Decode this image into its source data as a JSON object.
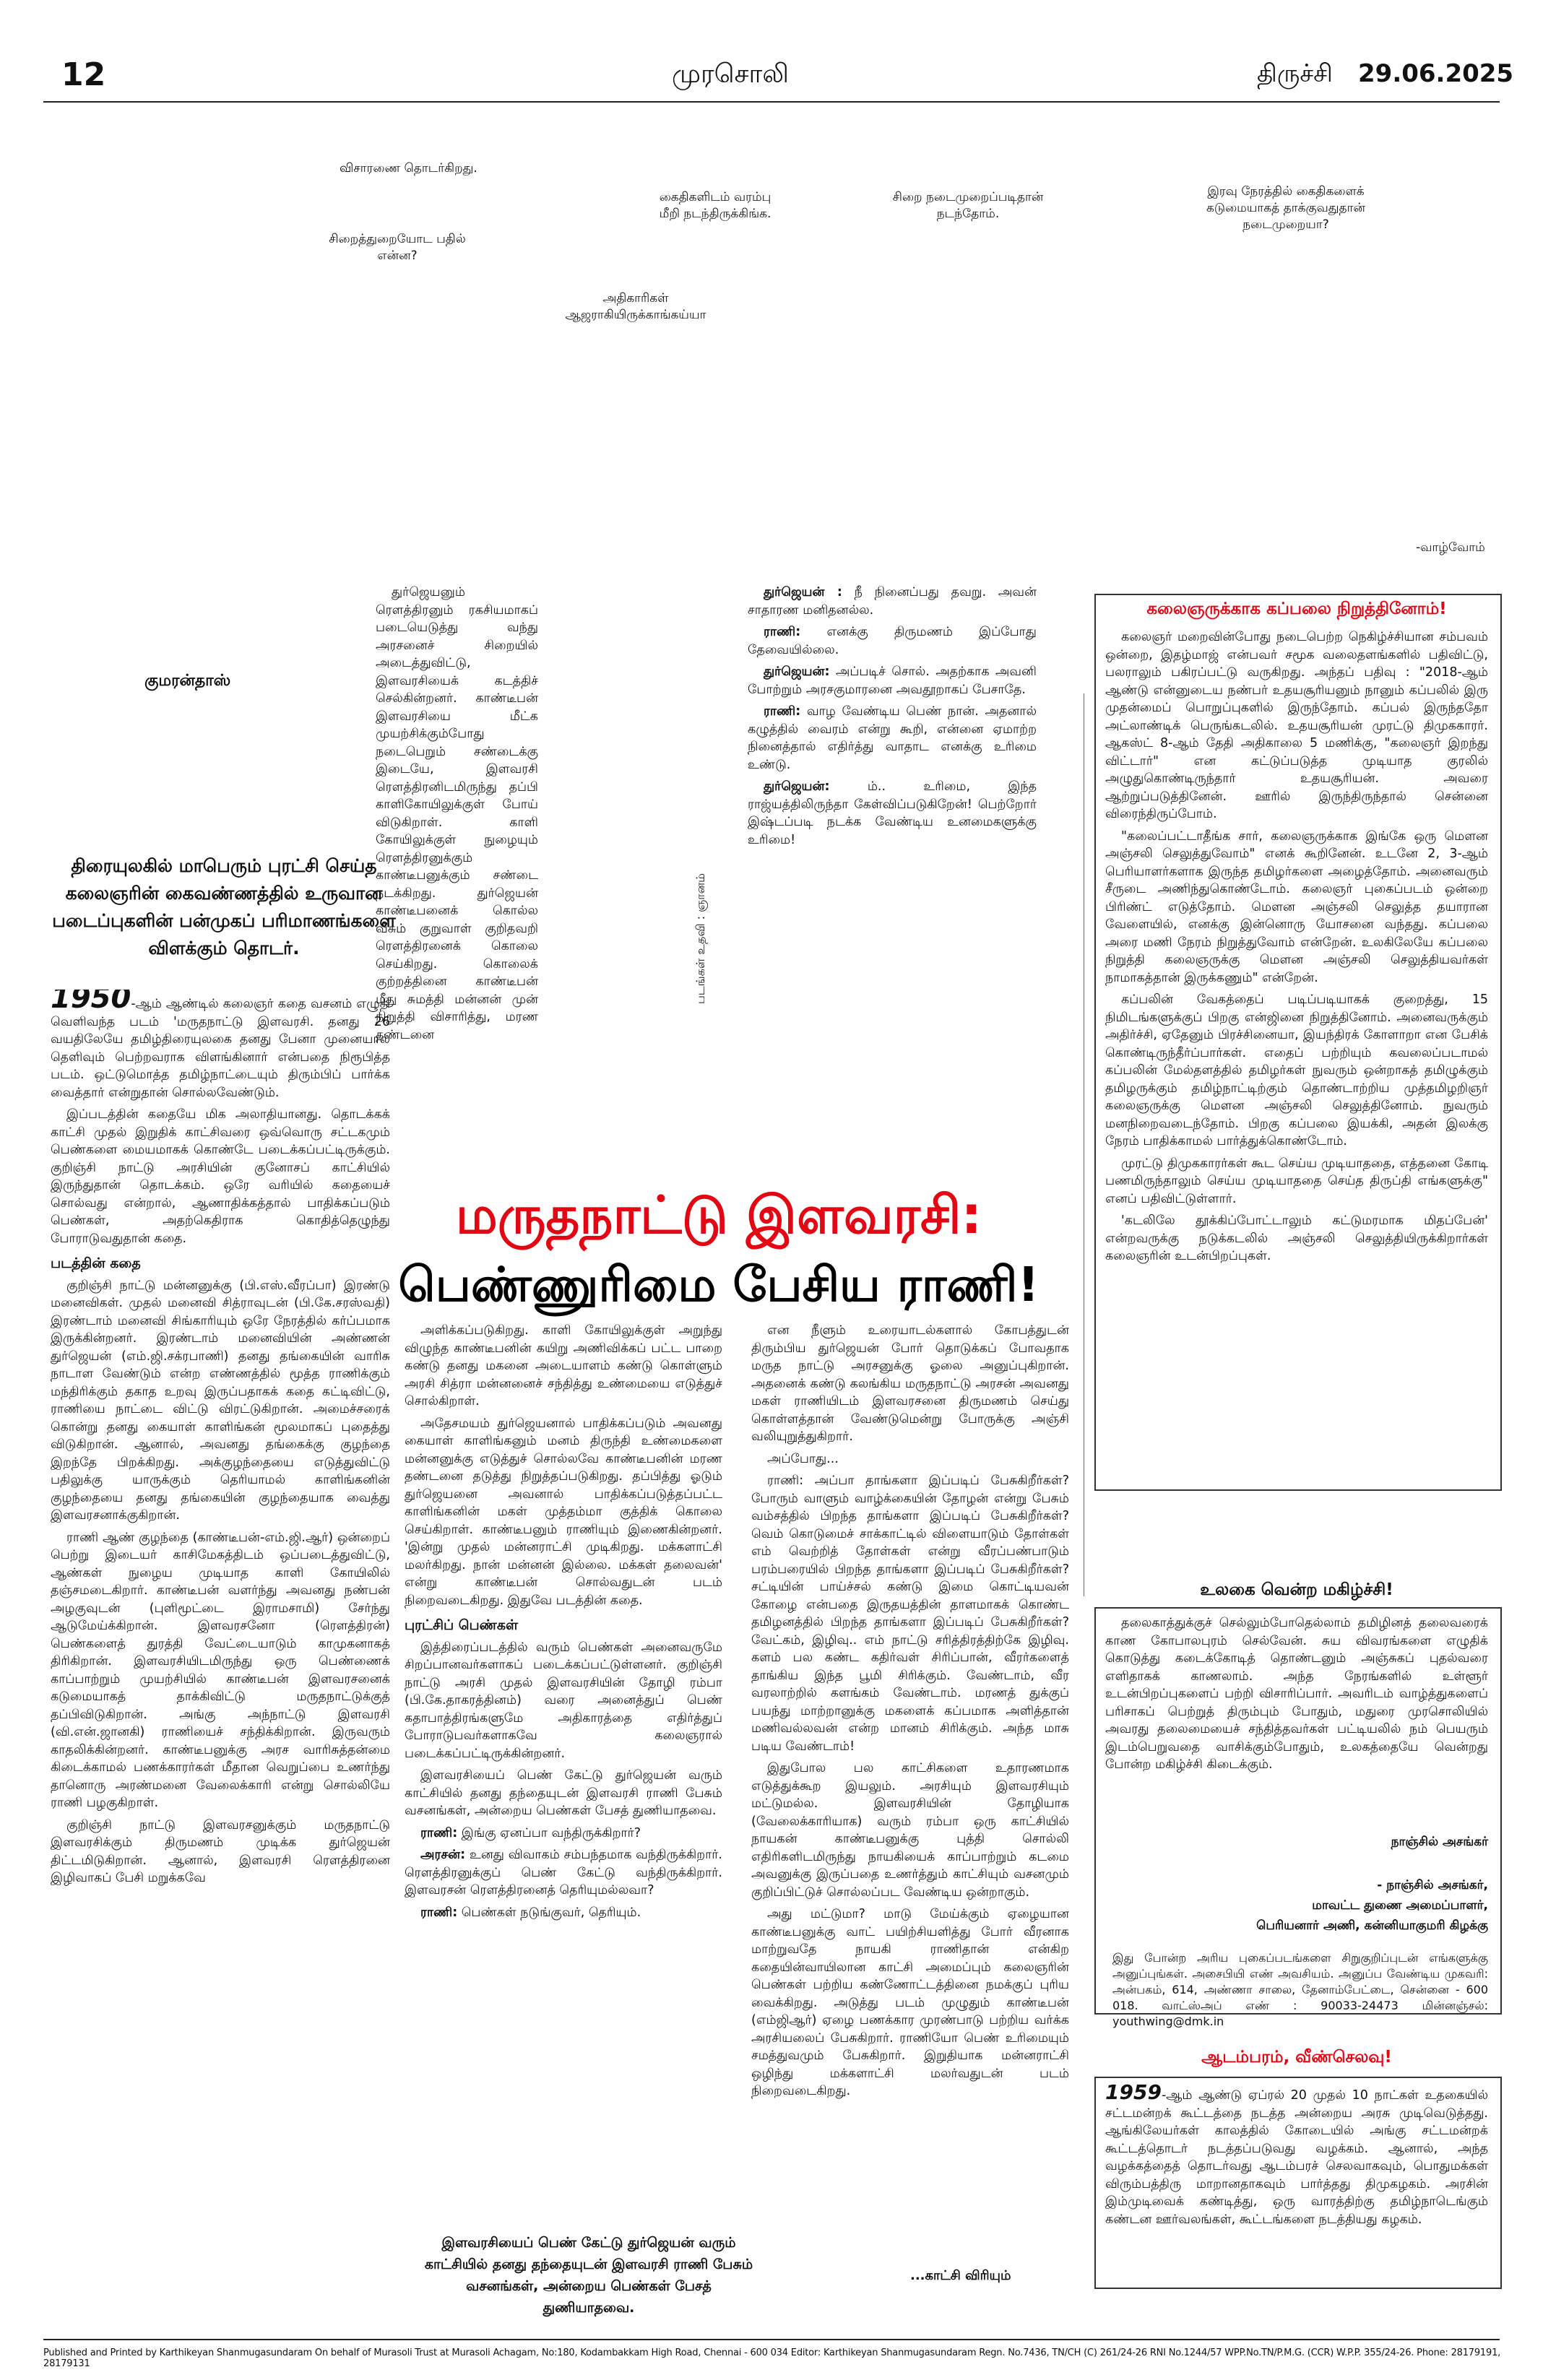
{
  "header": {
    "page_number": "12",
    "paper_name": "முரசொலி",
    "city": "திருச்சி",
    "date": "29.06.2025"
  },
  "comic": {
    "bubbles": [
      "விசாரணை தொடர்கிறது.",
      "கைதிகளிடம் வரம்பு மீறி நடந்திருக்கிங்க.",
      "சிறை நடைமுறைப்படிதான் நடந்தோம்.",
      "இரவு நேரத்தில் கைதிகளைக் கடுமையாகத் தாக்குவதுதான் நடைமுறையா?",
      "சிறைத்துறையோட பதில் என்ன?",
      "அதிகாரிகள் ஆஜராகியிருக்காங்கய்யா"
    ],
    "sign_off": "-வாழ்வோம்"
  },
  "article": {
    "author": "குமரன்தாஸ்",
    "intro": "திரையுலகில் மாபெரும் புரட்சி செய்த கலைஞரின் கைவண்ணத்தில் உருவான படைப்புகளின் பன்முகப் பரிமாணங்களை விளக்கும் தொடர்.",
    "title_line1": "மருதநாட்டு இளவரசி:",
    "title_line2": "பெண்ணுரிமை பேசிய ராணி!",
    "photo_credit": "படங்கள் உதவி : ஞானம்",
    "lede_year": "1950",
    "lede_text": "-ஆம் ஆண்டில் கலைஞர் கதை வசனம் எழுதி வெளிவந்த படம் 'மருதநாட்டு இளவரசி. தனது 26 வயதிலேயே தமிழ்திரையுலகை தனது பேனா முனையால் தெளிவும் பெற்றவராக விளங்கினார் என்பதை நிரூபித்த படம். ஒட்டுமொத்த தமிழ்நாட்டையும் திரும்பிப் பார்க்க வைத்தார் என்றுதான் சொல்லவேண்டும்.",
    "col1_p2": "இப்படத்தின் கதையே மிக அலாதியானது. தொடக்கக் காட்சி முதல் இறுதிக் காட்சிவரை ஒவ்வொரு சட்டகமும் பெண்களை மையமாகக் கொண்டே படைக்கப்பட்டிருக்கும். குறிஞ்சி நாட்டு அரசியின் குனோசப் காட்சியில் இருந்துதான் தொடக்கம். ஒரே வரியில் கதையைச் சொல்வது என்றால், ஆணாதிக்கத்தால் பாதிக்கப்படும் பெண்கள், அதற்கெதிராக கொதித்தெழுந்து போராடுவதுதான் கதை.",
    "col1_h1": "படத்தின் கதை",
    "col1_p3": "குறிஞ்சி நாட்டு மன்னனுக்கு (பி.எஸ்.வீரப்பா) இரண்டு மனைவிகள். முதல் மனைவி சித்ராவுடன் (பி.கே.சரஸ்வதி) இரண்டாம் மனைவி சிங்காரியும் ஒரே நேரத்தில் கர்ப்பமாக இருக்கின்றனர். இரண்டாம் மனைவியின் அண்ணன் துர்ஜெயன் (எம்.ஜி.சக்ரபாணி) தனது தங்கையின் வாரிசு நாடாள வேண்டும் என்ற எண்ணத்தில் மூத்த ராணிக்கும் மந்திரிக்கும் தகாத உறவு இருப்பதாகக் கதை கட்டிவிட்டு, ராணியை நாட்டை விட்டு விரட்டுகிறான். அமைச்சரைக் கொன்று தனது கையாள் காளிங்கன் மூலமாகப் புதைத்து விடுகிறான். ஆனால், அவனது தங்கைக்கு குழந்தை இறந்தே பிறக்கிறது. அக்குழந்தையை எடுத்துவிட்டு பதிலுக்கு யாருக்கும் தெரியாமல் காளிங்கனின் குழந்தையை தனது தங்கையின் குழந்தையாக வைத்து இளவரசனாக்குகிறான்.",
    "col1_p4": "ராணி ஆண் குழந்தை (காண்டீபன்-எம்.ஜி.ஆர்) ஒன்றைப் பெற்று இடையர் காசிமேகத்திடம் ஒப்படைத்துவிட்டு, ஆண்கள் நுழைய முடியாத காளி கோயிலில் தஞ்சமடைகிறார். காண்டீபன் வளர்ந்து அவனது நண்பன் அழகுவுடன் (புளிமூட்டை இராமசாமி) சேர்ந்து ஆடுமேய்க்கிறான். இளவரசனோ (ரௌத்திரன்) பெண்களைத் துரத்தி வேட்டையாடும் காமுகனாகத் திரிகிறான். இளவரசியிடமிருந்து ஒரு பெண்ணைக் காப்பாற்றும் முயற்சியில் காண்டீபன் இளவரசனைக் கடுமையாகத் தாக்கிவிட்டு மருதநாட்டுக்குத் தப்பிவிடுகிறான். அங்கு அந்நாட்டு இளவரசி (வி.என்.ஜானகி) ராணியைச் சந்திக்கிறான். இருவரும் காதலிக்கின்றனர். காண்டீபனுக்கு அரச வாரிசுத்தன்மை கிடைக்காமல் பணக்காரர்கள் மீதான வெறுப்பை உணர்ந்து தானொரு அரண்மனை வேலைக்காரி என்று சொல்லியே ராணி பழகுகிறாள்.",
    "col1_p5": "குறிஞ்சி நாட்டு இளவரசனுக்கும் மருதநாட்டு இளவரசிக்கும் திருமணம் முடிக்க துர்ஜெயன் திட்டமிடுகிறான். ஆனால், இளவரசி ரௌத்திரனை இழிவாகப் பேசி மறுக்கவே",
    "col2_top": "துர்ஜெயனும் ரௌத்திரனும் ரகசியமாகப் படையெடுத்து வந்து அரசனைச் சிறையில் அடைத்துவிட்டு, இளவரசியைக் கடத்திச் செல்கின்றனர். காண்டீபன் இளவரசியை மீட்க முயற்சிக்கும்போது நடைபெறும் சண்டைக்கு இடையே, இளவரசி ரௌத்திரனிடமிருந்து தப்பி காளிகோயிலுக்குள் போய் விடுகிறாள். காளி கோயிலுக்குள் நுழையும் ரௌத்திரனுக்கும் காண்டீபனுக்கும் சண்டை நடக்கிறது. துர்ஜெயன் காண்டீபனைக் கொல்ல வீசும் குறுவாள் குறிதவறி ரௌத்திரனைக் கொலை செய்கிறது. கொலைக் குற்றத்தினை காண்டீபன் மீது சுமத்தி மன்னன் முன் நிறுத்தி விசாரித்து, மரண தண்டனை",
    "col3_top_dialogue": [
      {
        "speaker": "துர்ஜெயன் :",
        "line": "நீ நினைப்பது தவறு. அவன் சாதாரண மனிதனல்ல."
      },
      {
        "speaker": "ராணி:",
        "line": "எனக்கு திருமணம் இப்போது தேவையில்லை."
      },
      {
        "speaker": "துர்ஜெயன்:",
        "line": "அப்படிச் சொல். அதற்காக அவனி போற்றும் அரசகுமாரனை அவதூறாகப் பேசாதே."
      },
      {
        "speaker": "ராணி:",
        "line": "வாழ வேண்டிய பெண் நான். அதனால் கழுத்தில் வைரம் என்று கூறி, என்னை ஏமாற்ற நினைத்தால் எதிர்த்து வாதாட எனக்கு உரிமை உண்டு."
      },
      {
        "speaker": "துர்ஜெயன்:",
        "line": "ம்.. உரிமை, இந்த ராஜ்யத்திலிருந்தா கேள்விப்படுகிறேன்! பெற்றோர் இஷ்டப்படி நடக்க வேண்டிய உனமைகளுக்கு உரிமை!"
      }
    ],
    "col2_bottom": "அளிக்கப்படுகிறது. காளி கோயிலுக்குள் அறுந்து விழுந்த காண்டீபனின் கயிறு அணிவிக்கப் பட்ட பாறை கண்டு தனது மகனை அடையாளம் கண்டு கொள்ளும் அரசி சித்ரா மன்னனைச் சந்தித்து உண்மையை எடுத்துச் சொல்கிறாள்.",
    "col2_bottom_p2": "அதேசமயம் துர்ஜெயனால் பாதிக்கப்படும் அவனது கையாள் காளிங்கனும் மனம் திருந்தி உண்மைகளை மன்னனுக்கு எடுத்துச் சொல்லவே காண்டீபனின் மரண தண்டனை தடுத்து நிறுத்தப்படுகிறது. தப்பித்து ஓடும் துர்ஜெயனை அவனால் பாதிக்கப்படுத்தப்பட்ட காளிங்கனின் மகள் முத்தம்மா குத்திக் கொலை செய்கிறாள். காண்டீபனும் ராணியும் இணைகின்றனர். 'இன்று முதல் மன்னராட்சி முடிகிறது. மக்களாட்சி மலர்கிறது. நான் மன்னன் இல்லை. மக்கள் தலைவன்' என்று காண்டீபன் சொல்வதுடன் படம் நிறைவடைகிறது. இதுவே படத்தின் கதை.",
    "col2_h2": "புரட்சிப் பெண்கள்",
    "col2_bottom_p3": "இத்திரைப்படத்தில் வரும் பெண்கள் அனைவருமே சிறப்பானவர்களாகப் படைக்கப்பட்டுள்ளனர். குறிஞ்சி நாட்டு அரசி முதல் இளவரசியின் தோழி ரம்பா (பி.கே.தாகரத்தினம்) வரை அனைத்துப் பெண் கதாபாத்திரங்களுமே அதிகாரத்தை எதிர்த்துப் போராடுபவர்களாகவே கலைஞரால் படைக்கப்பட்டிருக்கின்றனர்.",
    "col2_bottom_p4": "இளவரசியைப் பெண் கேட்டு துர்ஜெயன் வரும் காட்சியில் தனது தந்தையுடன் இளவரசி ராணி பேசும் வசனங்கள், அன்றைய பெண்கள் பேசத் துணியாதவை.",
    "col2_dialogue": [
      {
        "speaker": "ராணி:",
        "line": "இங்கு ஏனப்பா வந்திருக்கிறார்?"
      },
      {
        "speaker": "அரசன்:",
        "line": "உனது விவாகம் சம்பந்தமாக வந்திருக்கிறார். ரௌத்திரனுக்குப் பெண் கேட்டு வந்திருக்கிறார். இளவரசன் ரௌத்திரனைத் தெரியுமல்லவா?"
      },
      {
        "speaker": "ராணி:",
        "line": "பெண்கள் நடுங்குவர், தெரியும்."
      }
    ],
    "col3_bottom": "என நீளும் உரையாடல்களால் கோபத்துடன் திரும்பிய துர்ஜெயன் போர் தொடுக்கப் போவதாக மருத நாட்டு அரசனுக்கு ஓலை அனுப்புகிறான். அதனைக் கண்டு கலங்கிய மருதநாட்டு அரசன் அவனது மகள் ராணியிடம் இளவரசனை திருமணம் செய்து கொள்ளத்தான் வேண்டுமென்று போருக்கு அஞ்சி வலியுறுத்துகிறார்.",
    "col3_bottom_then": "அப்போது...",
    "col3_bottom_p2": "ராணி: அப்பா தாங்களா இப்படிப் பேசுகிறீர்கள்? போரும் வாளும் வாழ்க்கையின் தோழன் என்று பேசும் வம்சத்தில் பிறந்த தாங்களா இப்படிப் பேசுகிறீர்கள்? வெம் கொடுமைச் சாக்காட்டில் விளையாடும் தோள்கள் எம் வெற்றித் தோள்கள் என்று வீரப்பண்பாடும் பரம்பரையில் பிறந்த தாங்களா இப்படிப் பேசுகிறீர்கள்? சட்டியின் பாய்ச்சல் கண்டு இமை கொட்டியவன் கோழை என்பதை இருதயத்தின் தாளமாகக் கொண்ட தமிழனத்தில் பிறந்த தாங்களா இப்படிப் பேசுகிறீர்கள்? வேட்கம், இழிவு.. எம் நாட்டு சரித்திரத்திற்கே இழிவு. களம் பல கண்ட கதிர்வள் சிரிப்பான், வீரர்களைத் தாங்கிய இந்த பூமி சிரிக்கும். வேண்டாம், வீர வரலாற்றில் களங்கம் வேண்டாம். மரணத் துக்குப் பயந்து மாற்றானுக்கு மகளைக் கப்பமாக அளித்தான் மணிவல்லவன் என்ற மானம் சிரிக்கும். அந்த மாசு படிய வேண்டாம்!",
    "col3_bottom_p3": "இதுபோல பல காட்சிகளை உதாரணமாக எடுத்துக்கூற இயலும். அரசியும் இளவரசியும் மட்டுமல்ல. இளவரசியின் தோழியாக (வேலைக்காரியாக) வரும் ரம்பா ஒரு காட்சியில் நாயகன் காண்டீபனுக்கு புத்தி சொல்லி எதிரிகளிடமிருந்து நாயகியைக் காப்பாற்றும் கடமை அவனுக்கு இருப்பதை உணர்த்தும் காட்சியும் வசனமும் குறிப்பிட்டுச் சொல்லப்பட வேண்டிய ஒன்றாகும்.",
    "col3_bottom_p4": "அது மட்டுமா? மாடு மேய்க்கும் ஏழையான காண்டீபனுக்கு வாட் பயிற்சியளித்து போர் வீரனாக மாற்றுவதே நாயகி ராணிதான் என்கிற கதையின்வாயிலான காட்சி அமைப்பும் கலைஞரின் பெண்கள் பற்றிய கண்ணோட்டத்தினை நமக்குப் புரிய வைக்கிறது. அடுத்து படம் முழுதும் காண்டீபன் (எம்ஜிஆர்) ஏழை பணக்கார முரண்பாடு பற்றிய வர்க்க அரசியலைப் பேசுகிறார். ராணியோ பெண் உரிமையும் சமத்துவமும் பேசுகிறார். இறுதியாக மன்னராட்சி ஒழிந்து மக்களாட்சி மலர்வதுடன் படம் நிறைவடைகிறது.",
    "continued": "...காட்சி விரியும்",
    "caption": "இளவரசியைப் பெண் கேட்டு துர்ஜெயன் வரும் காட்சியில் தனது தந்தையுடன் இளவரசி ராணி பேசும் வசனங்கள், அன்றைய பெண்கள் பேசத் துணியாதவை."
  },
  "box1": {
    "title": "கலைஞருக்காக கப்பலை நிறுத்தினோம்!",
    "p1": "கலைஞர் மறைவின்போது நடைபெற்ற நெகிழ்ச்சியான சம்பவம் ஒன்றை, இதழ்மாஜ் என்பவர் சமூக வலைதளங்களில் பதிவிட்டு, பலராலும் பகிரப்பட்டு வருகிறது. அந்தப் பதிவு : \"2018-ஆம் ஆண்டு என்னுடைய நண்பர் உதயசூரியனும் நானும் கப்பலில் இரு முதன்மைப் பொறுப்புகளில் இருந்தோம். கப்பல் இருந்ததோ அட்லாண்டிக் பெருங்கடலில். உதயசூரியன் முரட்டு திமுககாரர். ஆகஸ்ட் 8-ஆம் தேதி அதிகாலை 5 மணிக்கு, \"கலைஞர் இறந்து விட்டார்\" என கட்டுப்படுத்த முடியாத குரலில் அழுதுகொண்டிருந்தார் உதயசூரியன். அவரை ஆற்றுப்படுத்தினேன். ஊரில் இருந்திருந்தால் சென்னை விரைந்திருப்போம்.",
    "p2": "\"கலைப்பட்டாதீங்க சார், கலைஞருக்காக இங்கே ஒரு மௌன அஞ்சலி செலுத்துவோம்\" எனக் கூறினேன். உடனே 2, 3-ஆம் பெரியாளர்களாக இருந்த தமிழர்களை அழைத்தோம். அனைவரும் சீருடை அணிந்துகொண்டோம். கலைஞர் புகைப்படம் ஒன்றை பிரிண்ட் எடுத்தோம். மௌன அஞ்சலி செலுத்த தயாரான வேளையில், எனக்கு இன்னொரு யோசனை வந்தது. கப்பலை அரை மணி நேரம் நிறுத்துவோம் என்றேன். உலகிலேயே கப்பலை நிறுத்தி கலைஞருக்கு மௌன அஞ்சலி செலுத்தியவர்கள் நாமாகத்தான் இருக்கணும்\" என்றேன்.",
    "p3": "கப்பலின் வேகத்தைப் படிப்படியாகக் குறைத்து, 15 நிமிடங்களுக்குப் பிறகு என்ஜினை நிறுத்தினோம். அனைவருக்கும் அதிர்ச்சி, ஏதேனும் பிரச்சினையா, இயந்திரக் கோளாறா என பேசிக் கொண்டிருந்தீர்ப்பார்கள். எதைப் பற்றியும் கவலைப்படாமல் கப்பலின் மேல்தளத்தில் தமிழர்கள் நுவரும் ஒன்றாகத் தமிழுக்கும் தமிழருக்கும் தமிழ்நாட்டிற்கும் தொண்டாற்றிய முத்தமிழறிஞர் கலைஞருக்கு மௌன அஞ்சலி செலுத்தினோம். நுவரும் மனநிறைவடைந்தோம். பிறகு கப்பலை இயக்கி, அதன் இலக்கு நேரம் பாதிக்காமல் பார்த்துக்கொண்டோம்.",
    "p4": "முரட்டு திமுககாரர்கள் கூட செய்ய முடியாததை, எத்தனை கோடி பணமிருந்தாலும் செய்ய முடியாததை செய்த திருப்தி எங்களுக்கு\" எனப் பதிவிட்டுள்ளார்.",
    "p5": "'கடலிலே தூக்கிப்போட்டாலும் கட்டுமரமாக மிதப்பேன்' என்றவருக்கு நடுக்கடலில் அஞ்சலி செலுத்தியிருக்கிறார்கள் கலைஞரின் உடன்பிறப்புகள்."
  },
  "box2": {
    "title": "உலகை வென்ற மகிழ்ச்சி!",
    "text": "தலைகாத்துக்குச் செல்லும்போதெல்லாம் தமிழினத் தலைவரைக் காண கோபாலபுரம் செல்வேன். சுய விவரங்களை எழுதிக் கொடுத்து கடைக்கோடித் தொண்டனும் அஞ்சுகப் புதல்வரை எளிதாகக் காணலாம். அந்த நேரங்களில் உள்ளூர் உடன்பிறப்புகளைப் பற்றி விசாரிப்பார். அவரிடம் வாழ்த்துகளைப் பரிசாகப் பெற்றுத் திரும்பும் போதும், மதுரை முரசொலியில் அவரது தலைமையைச் சந்தித்தவர்கள் பட்டியலில் நம் பெயரும் இடம்பெறுவதை வாசிக்கும்போதும், உலகத்தையே வென்றது போன்ற மகிழ்ச்சி கிடைக்கும்.",
    "author_inline": "நாஞ்சில் அசங்கர்",
    "signature_1": "- நாஞ்சில் அசங்கர்,",
    "signature_2": "மாவட்ட துணை அமைப்பாளர்,",
    "signature_3": "பெரியனார் அணி, கன்னியாகுமரி கிழக்கு"
  },
  "notice": {
    "text": "இது போன்ற அரிய புகைப்படங்களை சிறுகுறிப்புடன் எங்களுக்கு அனுப்புங்கள். அசைபியி எண் அவசியம். அனுப்ப வேண்டிய முகவரி: அன்பகம், 614, அண்ணா சாலை, தேனாம்பேட்டை, சென்னை - 600 018. வாட்ஸ்அப் எண் : 90033-24473 மின்னஞ்சல்: youthwing@dmk.in"
  },
  "box3": {
    "title": "ஆடம்பரம், வீண்செலவு!",
    "year": "1959",
    "text": "-ஆம் ஆண்டு ஏப்ரல் 20 முதல் 10 நாட்கள் உதகையில் சட்டமன்றக் கூட்டத்தை நடத்த அன்றைய அரசு முடிவெடுத்தது. ஆங்கிலேயர்கள் காலத்தில் கோடையில் அங்கு சட்டமன்றக் கூட்டத்தொடர் நடத்தப்படுவது வழக்கம். ஆனால், அந்த வழக்கத்தைத் தொடர்வது ஆடம்பரச் செலவாகவும், பொதுமக்கள் விரும்பத்திரு மாறானதாகவும் பார்த்தது திமுகழகம். அரசின் இம்முடிவைக் கண்டித்து, ஒரு வாரத்திற்கு தமிழ்நாடெங்கும் கண்டன ஊர்வலங்கள், கூட்டங்களை நடத்தியது கழகம்."
  },
  "footer": "Published and Printed by Karthikeyan Shanmugasundaram On behalf of Murasoli Trust at Murasoli Achagam, No:180, Kodambakkam High Road, Chennai - 600 034 Editor: Karthikeyan Shanmugasundaram Regn. No.7436, TN/CH (C) 261/24-26 RNI No.1244/57 WPP.No.TN/P.M.G. (CCR) W.P.P. 355/24-26. Phone: 28179191, 28179131"
}
